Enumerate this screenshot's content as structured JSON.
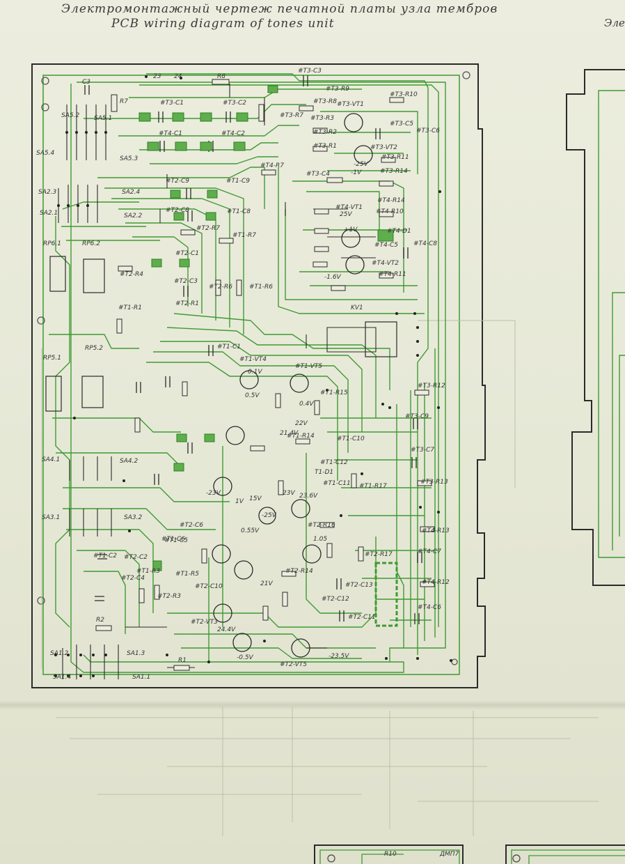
{
  "title_ru": "Электромонтажный чертеж печатной платы узла тембров",
  "title_en": "PCB wiring diagram of tones unit",
  "title_cut": "Элек",
  "component_labels": [
    {
      "id": "c3",
      "text": "C3"
    },
    {
      "id": "r7",
      "text": "R7"
    },
    {
      "id": "r8",
      "text": "R8"
    },
    {
      "id": "t23",
      "text": "23"
    },
    {
      "id": "t24",
      "text": "24"
    },
    {
      "id": "t3c3",
      "text": "#T3-C3"
    },
    {
      "id": "t3c1",
      "text": "#T3-C1"
    },
    {
      "id": "t3c2",
      "text": "#T3-C2"
    },
    {
      "id": "t4c1",
      "text": "#T4-C1"
    },
    {
      "id": "t4c2",
      "text": "#T4-C2"
    },
    {
      "id": "sa52",
      "text": "SA5.2"
    },
    {
      "id": "sa51",
      "text": "SA5.1"
    },
    {
      "id": "sa54",
      "text": "SA5.4"
    },
    {
      "id": "sa53",
      "text": "SA5.3"
    },
    {
      "id": "sa23",
      "text": "SA2.3"
    },
    {
      "id": "sa21",
      "text": "SA2.1"
    },
    {
      "id": "sa24",
      "text": "SA2.4"
    },
    {
      "id": "sa22",
      "text": "SA2.2"
    },
    {
      "id": "t2c9",
      "text": "#T2-C9"
    },
    {
      "id": "t1c9",
      "text": "#T1-C9"
    },
    {
      "id": "t2c8",
      "text": "#T2-C8"
    },
    {
      "id": "t1c8",
      "text": "#T1-C8"
    },
    {
      "id": "t2r7",
      "text": "#T2-R7"
    },
    {
      "id": "t1r7",
      "text": "#T1-R7"
    },
    {
      "id": "t2c1",
      "text": "#T2-C1"
    },
    {
      "id": "rp61",
      "text": "RP6.1"
    },
    {
      "id": "rp62",
      "text": "RP6.2"
    },
    {
      "id": "rp51",
      "text": "RP5.1"
    },
    {
      "id": "rp52",
      "text": "RP5.2"
    },
    {
      "id": "t2r4",
      "text": "#T2-R4"
    },
    {
      "id": "t2c3",
      "text": "#T2-C3"
    },
    {
      "id": "t2r6",
      "text": "#T2-R6"
    },
    {
      "id": "t1r6",
      "text": "#T1-R6"
    },
    {
      "id": "t1r1",
      "text": "#T1-R1"
    },
    {
      "id": "t2r1",
      "text": "#T2-R1"
    },
    {
      "id": "t1c1",
      "text": "#T1-C1"
    },
    {
      "id": "t3r9",
      "text": "#T3-R9"
    },
    {
      "id": "t3r8",
      "text": "#T3-R8"
    },
    {
      "id": "t3r10",
      "text": "#T3-R10"
    },
    {
      "id": "t3r7",
      "text": "#T3-R7"
    },
    {
      "id": "t3r3",
      "text": "#T3-R3"
    },
    {
      "id": "t3vt1",
      "text": "#T3-VT1"
    },
    {
      "id": "t3c5",
      "text": "#T3-C5"
    },
    {
      "id": "t3c6",
      "text": "#T3-C6"
    },
    {
      "id": "t3r2",
      "text": "#T3-R2"
    },
    {
      "id": "t3r1",
      "text": "#T3-R1"
    },
    {
      "id": "t3vt2",
      "text": "#T3-VT2"
    },
    {
      "id": "t3r11",
      "text": "#T3-R11"
    },
    {
      "id": "t3c4",
      "text": "#T3-C4"
    },
    {
      "id": "t3r14",
      "text": "#T3-R14"
    },
    {
      "id": "t4r7",
      "text": "#T4-R7"
    },
    {
      "id": "t4r14",
      "text": "#T4-R14"
    },
    {
      "id": "t4r10",
      "text": "#T4-R10"
    },
    {
      "id": "t4vt1",
      "text": "#T4-VT1"
    },
    {
      "id": "t4d1",
      "text": "#T4-D1"
    },
    {
      "id": "t4c5",
      "text": "#T4-C5"
    },
    {
      "id": "t4c8",
      "text": "#T4-C8"
    },
    {
      "id": "t4vt2",
      "text": "#T4-VT2"
    },
    {
      "id": "t4r11",
      "text": "#T4-R11"
    },
    {
      "id": "kv1",
      "text": "KV1"
    },
    {
      "id": "t1vt4",
      "text": "#T1-VT4"
    },
    {
      "id": "t1vt5",
      "text": "#T1-VT5"
    },
    {
      "id": "t1r15",
      "text": "#T1-R15"
    },
    {
      "id": "t3r12",
      "text": "#T3-R12"
    },
    {
      "id": "t3c9",
      "text": "#T3-C9"
    },
    {
      "id": "t3c7",
      "text": "#T3-C7"
    },
    {
      "id": "t1c10",
      "text": "#T1-C10"
    },
    {
      "id": "t1r14",
      "text": "#T1-R14"
    },
    {
      "id": "t1c12",
      "text": "#T1-C12"
    },
    {
      "id": "t1d1",
      "text": "T1-D1"
    },
    {
      "id": "t1c11",
      "text": "#T1-C11"
    },
    {
      "id": "t1r17",
      "text": "#T1-R17"
    },
    {
      "id": "t3r13",
      "text": "#T3-R13"
    },
    {
      "id": "t4r13",
      "text": "#T4-R13"
    },
    {
      "id": "t4c7",
      "text": "#T4-C7"
    },
    {
      "id": "t4r12",
      "text": "#T4-R12"
    },
    {
      "id": "t4c6",
      "text": "#T4-C6"
    },
    {
      "id": "sa41",
      "text": "SA4.1"
    },
    {
      "id": "sa42",
      "text": "SA4.2"
    },
    {
      "id": "sa31",
      "text": "SA3.1"
    },
    {
      "id": "sa32",
      "text": "SA3.2"
    },
    {
      "id": "t2c6",
      "text": "#T2-C6"
    },
    {
      "id": "t1c6",
      "text": "#T1-C6"
    },
    {
      "id": "t1c5",
      "text": "#T1-C5"
    },
    {
      "id": "t1c2",
      "text": "#T1-C2"
    },
    {
      "id": "t2c2",
      "text": "#T2-C2"
    },
    {
      "id": "t2c4",
      "text": "#T2-C4"
    },
    {
      "id": "t1r3",
      "text": "#T1-R3"
    },
    {
      "id": "t2r3",
      "text": "#T2-R3"
    },
    {
      "id": "t1r5",
      "text": "#T1-R5"
    },
    {
      "id": "t2c10",
      "text": "#T2-C10"
    },
    {
      "id": "t2vt3",
      "text": "#T2-VT3"
    },
    {
      "id": "t2c11",
      "text": "#T2-C11"
    },
    {
      "id": "t2c12",
      "text": "#T2-C12"
    },
    {
      "id": "t2r17",
      "text": "#T2-R17"
    },
    {
      "id": "t2vt5",
      "text": "#T2-VT5"
    },
    {
      "id": "t2r14",
      "text": "#T2-R14"
    },
    {
      "id": "t2r16",
      "text": "#T2-R16"
    },
    {
      "id": "t2c13",
      "text": "#T2-C13"
    },
    {
      "id": "r2",
      "text": "R2"
    },
    {
      "id": "r1",
      "text": "R1"
    },
    {
      "id": "sa12",
      "text": "SA1.2"
    },
    {
      "id": "sa13",
      "text": "SA1.3"
    },
    {
      "id": "sa14",
      "text": "SA1.4"
    },
    {
      "id": "sa1",
      "text": "SA1.1"
    }
  ],
  "voltage_labels": [
    "-25V",
    "-1V",
    "25V",
    "+1V",
    "-1.6V",
    "0.1V",
    "0.5V",
    "0.4V",
    "22V",
    "21.4V",
    "-23V",
    "23V",
    "23.6V",
    "-0.5V",
    "24.4V",
    "15V",
    "-25V",
    "1.05",
    "0.55V",
    "21V",
    "1V",
    "-23.5V"
  ],
  "bottom_partial_label": "ДМП7",
  "bottom_partial_label2": "R10",
  "colors": {
    "trace": "#3f9a33",
    "trace_dark": "#2f7d26",
    "ink": "#2a2a2a",
    "paper": "#e9eadb",
    "pad": "#3b8f2e"
  }
}
